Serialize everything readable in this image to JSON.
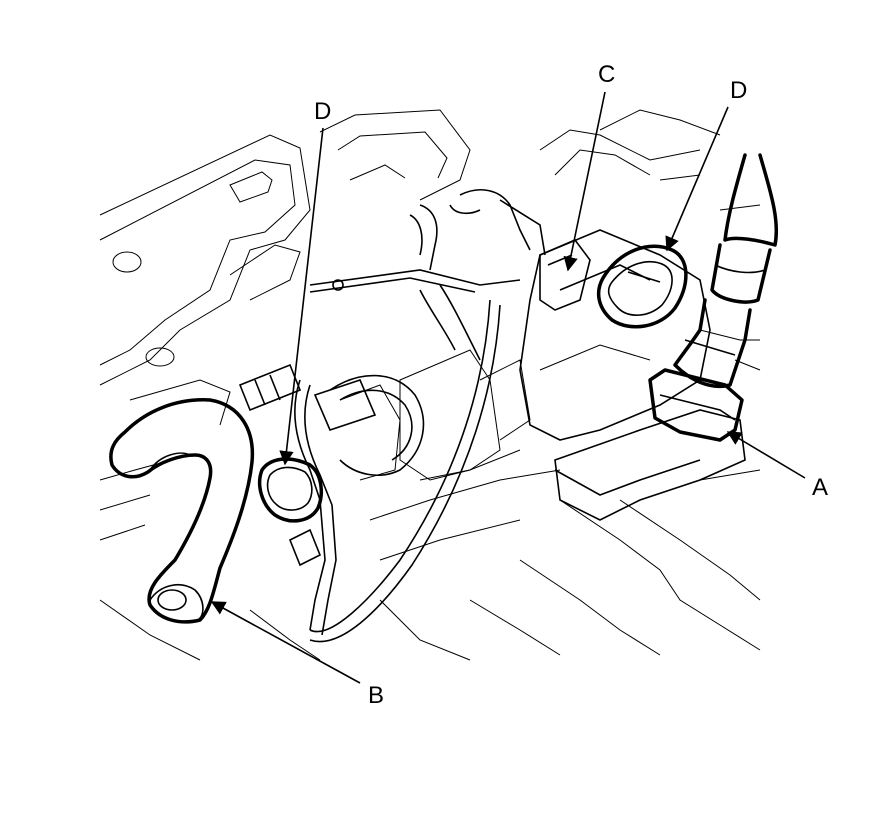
{
  "callouts": [
    {
      "id": "A",
      "text": "A"
    },
    {
      "id": "B",
      "text": "B"
    },
    {
      "id": "C",
      "text": "C"
    },
    {
      "id": "D",
      "text": "D"
    }
  ],
  "colors": {
    "line": "#000000",
    "background": "#ffffff"
  }
}
